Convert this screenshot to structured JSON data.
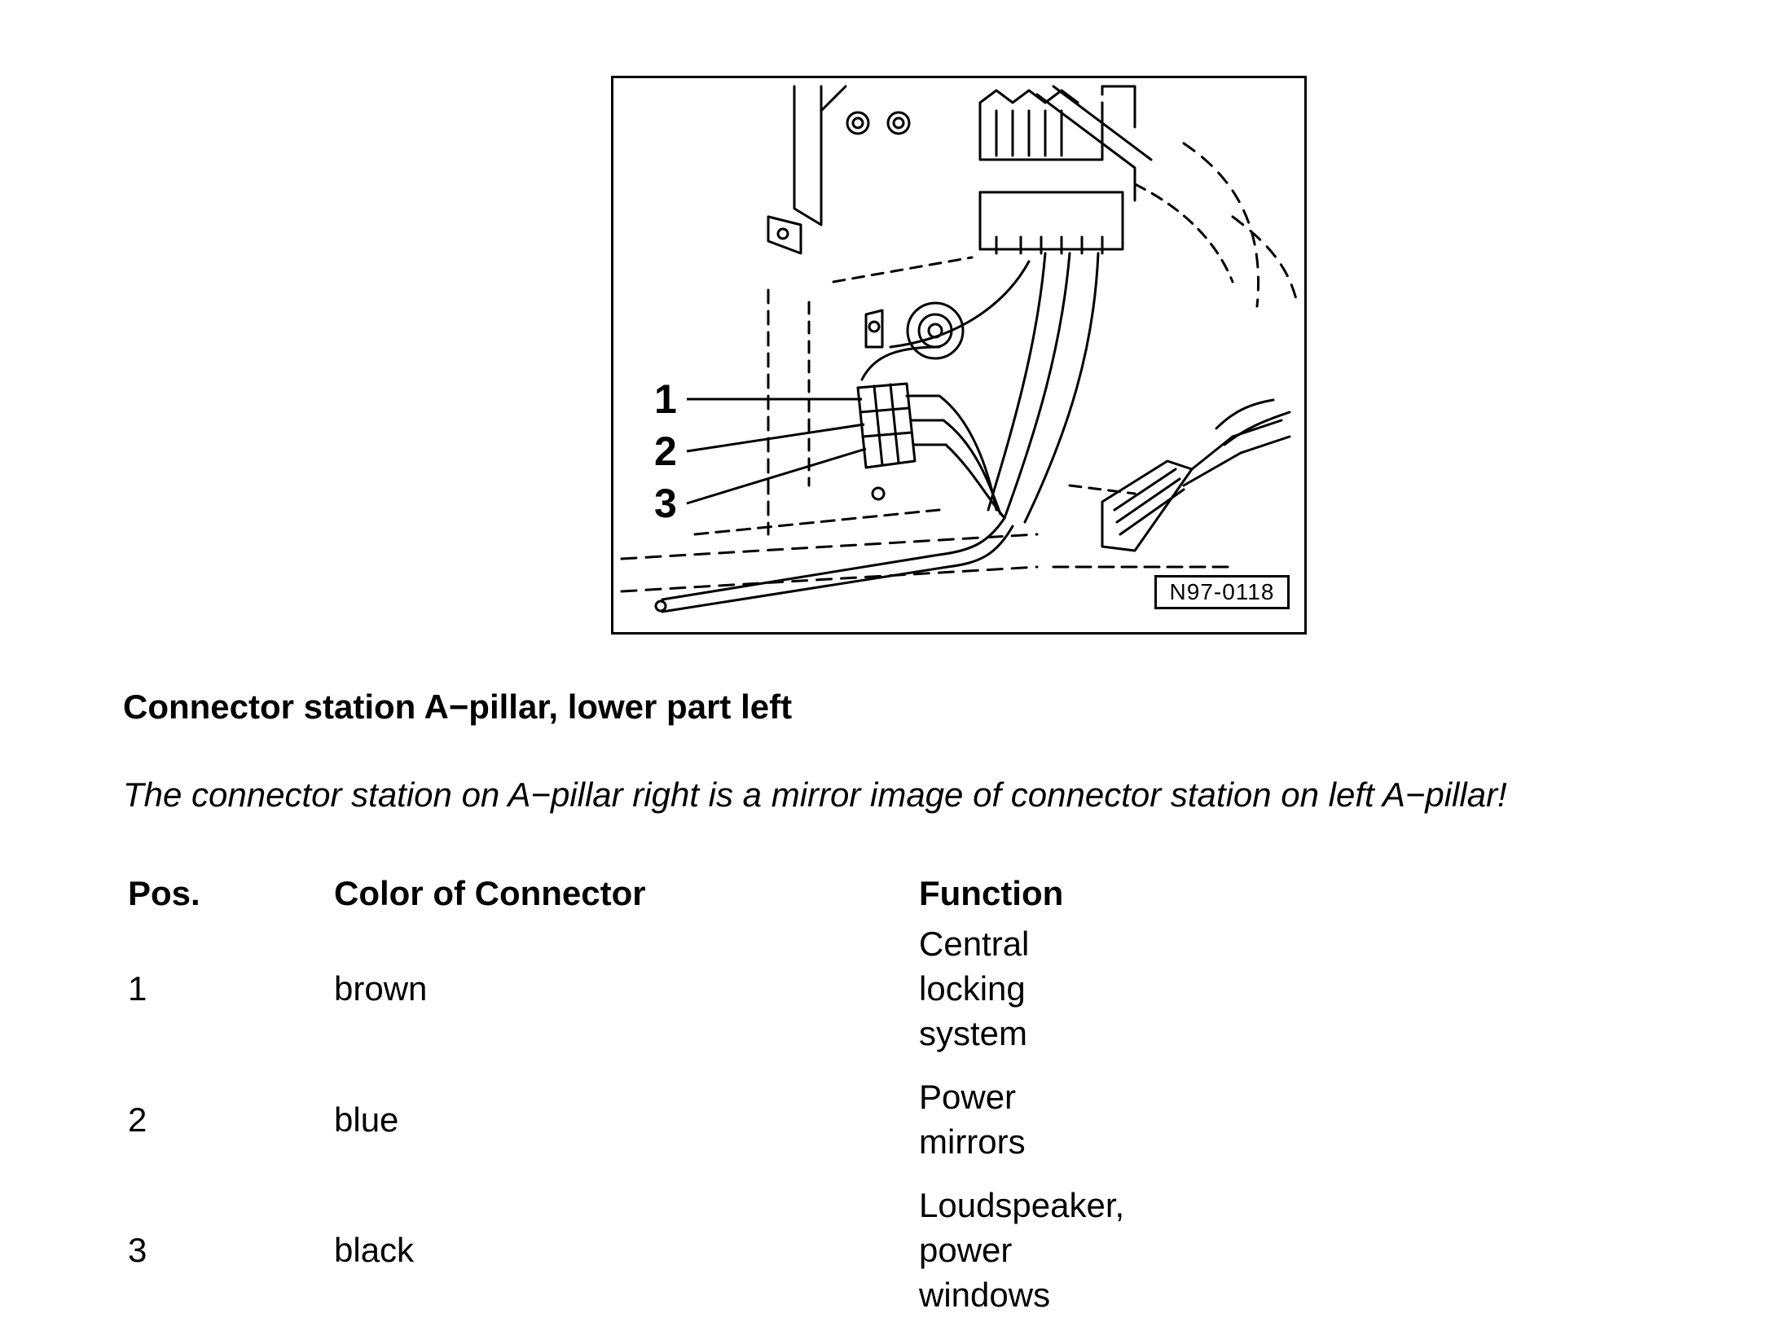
{
  "figure": {
    "reference_code": "N97-0118",
    "callouts": [
      "1",
      "2",
      "3"
    ]
  },
  "heading": "Connector station A−pillar, lower part left",
  "note": "The connector station on A−pillar right is a mirror image of connector station on left A−pillar!",
  "table": {
    "headers": {
      "pos": "Pos.",
      "color": "Color of Connector",
      "function": "Function"
    },
    "rows": [
      {
        "pos": "1",
        "color": "brown",
        "function_lines": [
          "Central",
          "locking",
          "system"
        ]
      },
      {
        "pos": "2",
        "color": "blue",
        "function_lines": [
          "Power",
          "mirrors"
        ]
      },
      {
        "pos": "3",
        "color": "black",
        "function_lines": [
          "Loudspeaker,",
          "power",
          "windows"
        ]
      }
    ]
  }
}
